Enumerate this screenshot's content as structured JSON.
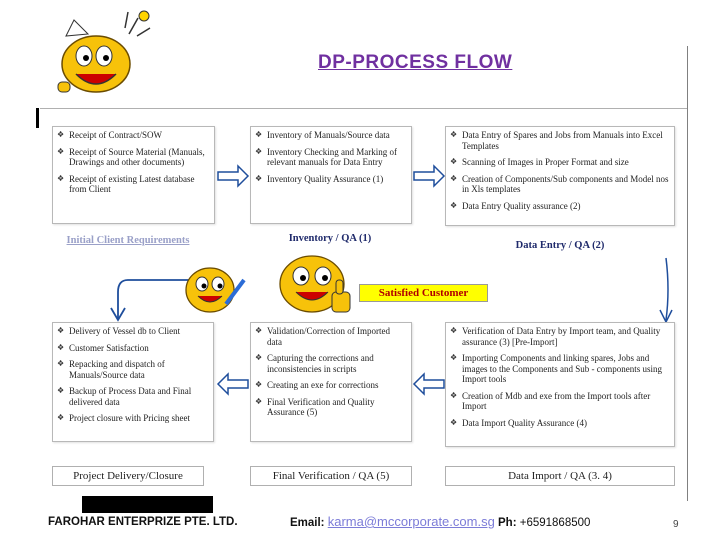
{
  "title": "DP-PROCESS FLOW",
  "top_row": {
    "left": {
      "items": [
        "Receipt of Contract/SOW",
        "Receipt of Source Material (Manuals, Drawings and other documents)",
        "Receipt of existing Latest database from Client"
      ],
      "label": "Initial Client Requirements"
    },
    "middle": {
      "items": [
        "Inventory of Manuals/Source data",
        "Inventory Checking and Marking of relevant manuals for Data Entry",
        "Inventory Quality Assurance (1)"
      ],
      "label": "Inventory / QA (1)"
    },
    "right": {
      "items": [
        "Data Entry of Spares and Jobs from Manuals into Excel Templates",
        "Scanning of Images in Proper Format and size",
        "Creation of Components/Sub components and Model nos in Xls templates",
        "Data Entry Quality assurance (2)"
      ],
      "label": "Data Entry / QA (2)"
    }
  },
  "satisfied_customer": "Satisfied Customer",
  "bottom_row": {
    "left": {
      "items": [
        "Delivery of Vessel db to Client",
        "Customer Satisfaction",
        "Repacking and dispatch of Manuals/Source data",
        "Backup of Process Data and Final delivered data",
        "Project closure with Pricing sheet"
      ],
      "label": "Project Delivery/Closure"
    },
    "middle": {
      "items": [
        "Validation/Correction of Imported data",
        "Capturing the corrections and inconsistencies in scripts",
        "Creating an exe for corrections",
        "Final Verification and Quality Assurance (5)"
      ],
      "label": "Final Verification / QA (5)"
    },
    "right": {
      "items": [
        "Verification of Data Entry by Import team, and Quality assurance (3) [Pre-Import]",
        "Importing Components and linking spares, Jobs and images to the Components and Sub - components using Import tools",
        "Creation of Mdb and exe from the Import tools after Import",
        "Data Import Quality Assurance (4)"
      ],
      "label": "Data Import / QA (3. 4)"
    }
  },
  "footer": {
    "company": "FAROHAR ENTERPRIZE PTE. LTD.",
    "email_label": "Email:",
    "email": "karma@mccorporate.com.sg",
    "phone_label": "Ph:",
    "phone": "+6591868500",
    "page": "9"
  },
  "colors": {
    "title": "#7030a0",
    "labels": "#1f2a6b",
    "arrow": "#1f4e9c",
    "highlight": "#ffff00",
    "satisfied_text": "#b00000"
  }
}
